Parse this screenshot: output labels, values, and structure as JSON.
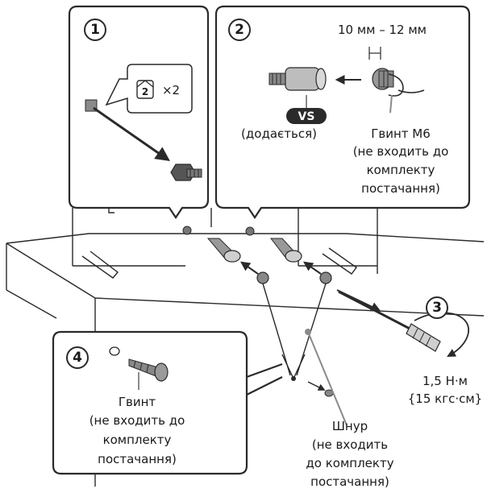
{
  "steps": {
    "step1": "1",
    "step2": "2",
    "step3": "3",
    "step4": "4"
  },
  "step1_callout": {
    "box_number": "2",
    "quantity": "×2"
  },
  "step2": {
    "dimension": "10 мм – 12 мм",
    "vs_badge": "VS",
    "vs_included": "(додається)",
    "screw_title": "Гвинт M6",
    "screw_note_1": "(не входить до",
    "screw_note_2": "комплекту",
    "screw_note_3": "постачання)"
  },
  "step3": {
    "torque_1": "1,5 Н·м",
    "torque_2": "{15 кгс·см}"
  },
  "step4": {
    "screw_title": "Гвинт",
    "note_1": "(не входить до",
    "note_2": "комплекту",
    "note_3": "постачання)"
  },
  "cord": {
    "title": "Шнур",
    "note_1": "(не входить",
    "note_2": "до комплекту",
    "note_3": "постачання)"
  },
  "colors": {
    "line": "#2a2a2a",
    "panel_border": "#2a2a2a",
    "badge": "#2a2a2a",
    "leader": "#8a8a8a"
  }
}
